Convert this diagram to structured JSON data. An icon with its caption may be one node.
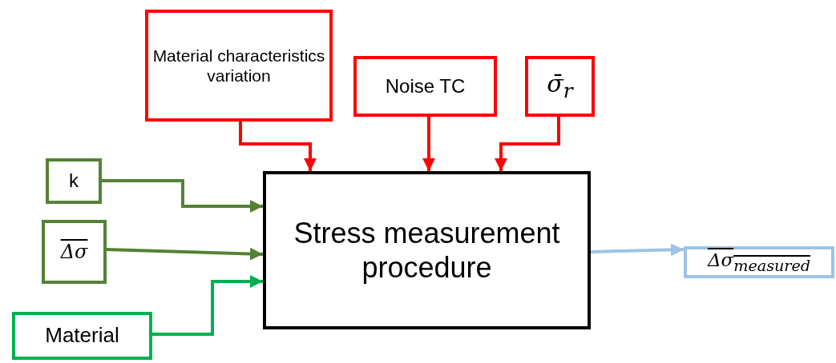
{
  "diagram": {
    "nodes": [
      {
        "text": [
          "Material characteristics variation"
        ]
      },
      {
        "text": [
          "Noise TC"
        ]
      },
      {
        "text": [
          "σ̄$_{r}$"
        ]
      },
      {
        "text": [
          "k"
        ]
      },
      {
        "text": [
          "Δσ"
        ]
      },
      {
        "text": [
          "Material"
        ]
      },
      {
        "text": [
          "Stress measurement procedure"
        ]
      },
      {
        "text": [
          "Δσ$_{measured}$"
        ]
      }
    ],
    "edges": [
      {
        "from": 0,
        "to": 6,
        "arrow": "to"
      },
      {
        "from": 1,
        "to": 6,
        "arrow": "to"
      },
      {
        "from": 2,
        "to": 6,
        "arrow": "to"
      },
      {
        "from": 3,
        "to": 6,
        "arrow": "to",
        "color": "#548235"
      },
      {
        "from": 4,
        "to": 6,
        "arrow": "to",
        "color": "#548235"
      },
      {
        "from": 5,
        "to": 6,
        "arrow": "to",
        "color": "#00b050"
      },
      {
        "from": 6,
        "to": 7,
        "arrow": "to",
        "color": "#9dc3e6"
      }
    ]
  }
}
